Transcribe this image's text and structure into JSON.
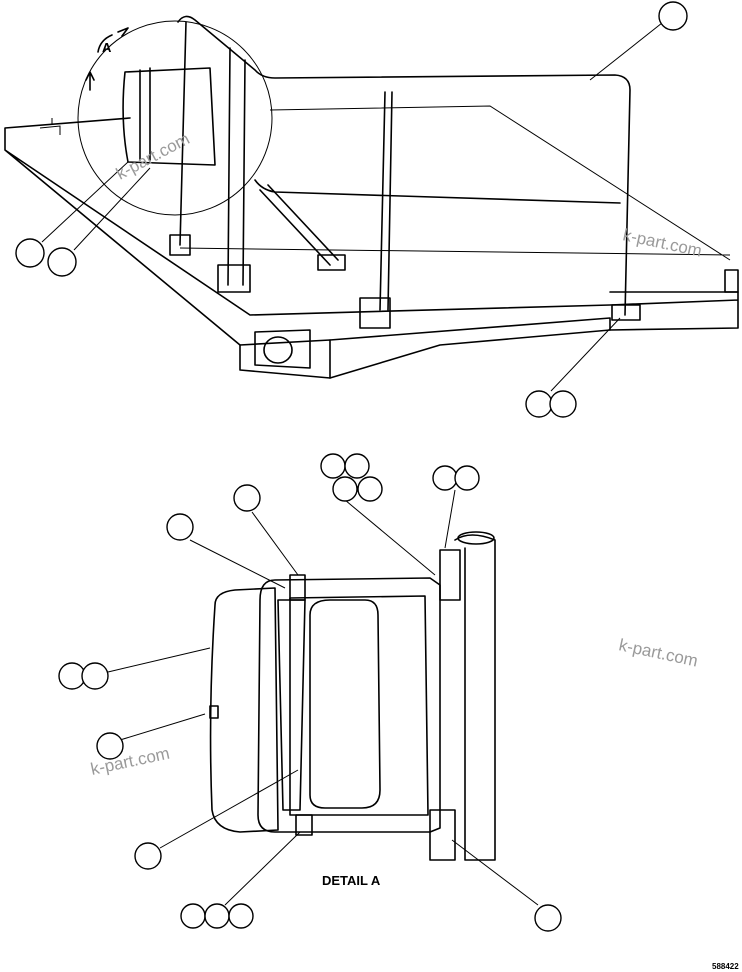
{
  "diagram": {
    "view_label": "A",
    "detail_label": "DETAIL A",
    "drawing_number": "588422",
    "watermark": "k-part.com",
    "callout_balloon_count": 21
  }
}
